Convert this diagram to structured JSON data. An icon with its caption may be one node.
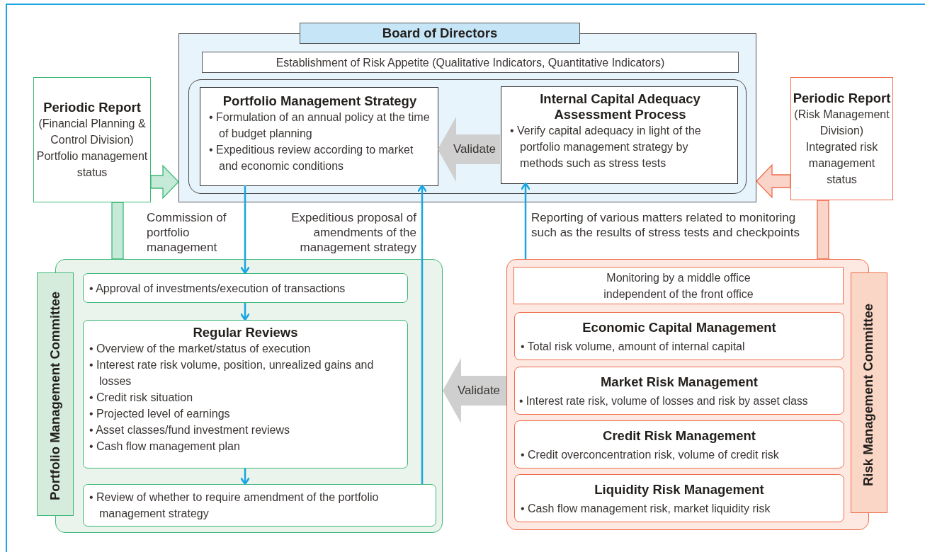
{
  "diagram": {
    "nodes": [
      {
        "text": [
          "Board of Directors"
        ]
      },
      {
        "text": [
          "Establishment of Risk Appetite (Qualitative Indicators, Quantitative Indicators)"
        ],
        "in": 0
      },
      {
        "text": [],
        "shape": "box",
        "in": 0
      },
      {
        "text": [
          "Portfolio Management Strategy",
          "• Formulation of an annual policy at the time of budget planning",
          "• Expeditious review according to market and economic conditions"
        ],
        "in": 2
      },
      {
        "text": [
          "Internal Capital Adequacy Assessment Process",
          "• Verify capital adequacy in light of the portfolio management strategy by methods such as stress tests"
        ],
        "in": 2
      },
      {
        "text": [
          "Periodic Report",
          "(Financial Planning & Control Division)",
          "Portfolio management status"
        ]
      },
      {
        "text": [
          "Periodic Report",
          "(Risk Management Division)",
          "Integrated risk management status"
        ]
      },
      {
        "text": [
          "Portfolio Management Committee"
        ]
      },
      {
        "text": [
          "• Approval of investments/execution of transactions"
        ],
        "in": 7
      },
      {
        "text": [
          "Regular Reviews",
          "• Overview of the market/status of execution",
          "• Interest rate risk volume, position, unrealized gains and losses",
          "• Credit risk situation",
          "• Projected level of earnings",
          "• Asset classes/fund investment reviews",
          "• Cash flow management plan"
        ],
        "in": 7
      },
      {
        "text": [
          "• Review of whether to require amendment of the portfolio management strategy"
        ],
        "in": 7
      },
      {
        "text": [
          "Risk Management Committee"
        ]
      },
      {
        "text": [
          "Monitoring by a middle office independent of the front office"
        ],
        "in": 11
      },
      {
        "text": [
          "Economic Capital Management",
          "• Total risk volume, amount of internal capital"
        ],
        "in": 11
      },
      {
        "text": [
          "Market Risk Management",
          "• Interest rate risk, volume of losses and risk by asset class"
        ],
        "in": 11
      },
      {
        "text": [
          "Credit Risk Management",
          "• Credit overconcentration risk, volume of credit risk"
        ],
        "in": 11
      },
      {
        "text": [
          "Liquidity Risk Management",
          "• Cash flow management risk, market liquidity risk"
        ],
        "in": 11
      }
    ],
    "edges": [
      {
        "from": 5,
        "to": 0,
        "arrow": "to",
        "style": "thick",
        "color": "#3cb878"
      },
      {
        "from": 6,
        "to": 0,
        "arrow": "to",
        "style": "thick",
        "color": "#ef6c4a"
      },
      {
        "from": 4,
        "to": 3,
        "arrow": "to",
        "label": "Validate",
        "style": "thick",
        "color": "#b4b4b4"
      },
      {
        "from": 11,
        "to": 7,
        "arrow": "to",
        "label": "Validate",
        "style": "thick",
        "color": "#b4b4b4"
      },
      {
        "from": 3,
        "to": 8,
        "arrow": "to",
        "label": "Commission of portfolio management"
      },
      {
        "from": 8,
        "to": 9,
        "arrow": "to"
      },
      {
        "from": 9,
        "to": 10,
        "arrow": "to"
      },
      {
        "from": 10,
        "to": 3,
        "arrow": "to",
        "label": "Expeditious proposal of amendments of the management strategy"
      },
      {
        "from": 11,
        "to": 4,
        "arrow": "to",
        "label": "Reporting of various matters related to monitoring such as the results of stress tests and checkpoints"
      },
      {
        "from": 5,
        "to": 7,
        "arrow": "none",
        "style": "thick",
        "color": "#3cb878"
      },
      {
        "from": 6,
        "to": 11,
        "arrow": "none",
        "style": "thick",
        "color": "#ef6c4a"
      }
    ]
  }
}
